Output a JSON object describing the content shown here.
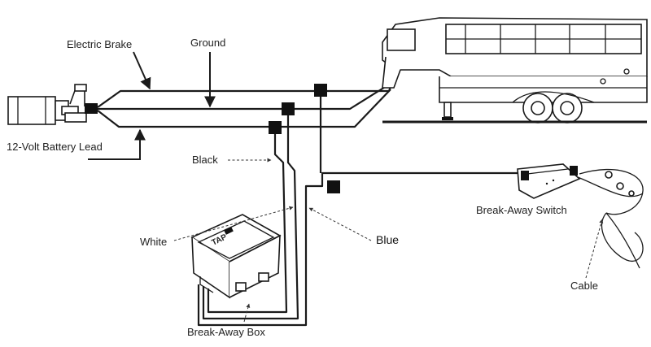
{
  "labels": {
    "electric_brake": "Electric Brake",
    "ground": "Ground",
    "battery_lead": "12-Volt Battery Lead",
    "black": "Black",
    "white": "White",
    "blue": "Blue",
    "breakaway_switch": "Break-Away Switch",
    "cable": "Cable",
    "breakaway_box": "Break-Away Box",
    "box_brand": "TAP"
  }
}
